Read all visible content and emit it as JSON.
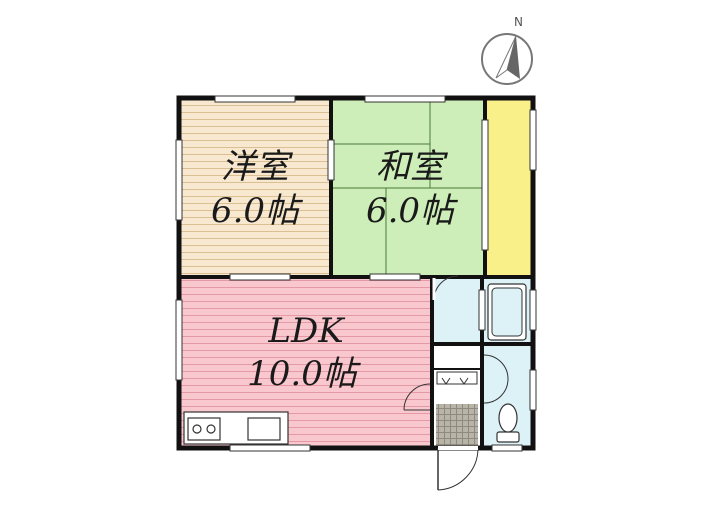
{
  "compass": {
    "label": "N"
  },
  "rooms": {
    "western": {
      "name": "洋室",
      "size": "6.0帖",
      "color": "#f8e8cf"
    },
    "japanese": {
      "name": "和室",
      "size": "6.0帖",
      "color": "#cdeeb8"
    },
    "ldk": {
      "name": "LDK",
      "size": "10.0帖",
      "color": "#f9c8cf"
    },
    "closet": {
      "color": "#faf08a"
    },
    "bath": {
      "color": "#dcf2f7"
    },
    "toilet": {
      "color": "#dcf2f7"
    },
    "washroom": {
      "color": "#dcf2f7"
    },
    "entrance": {
      "color": "#b9b4a8"
    }
  }
}
